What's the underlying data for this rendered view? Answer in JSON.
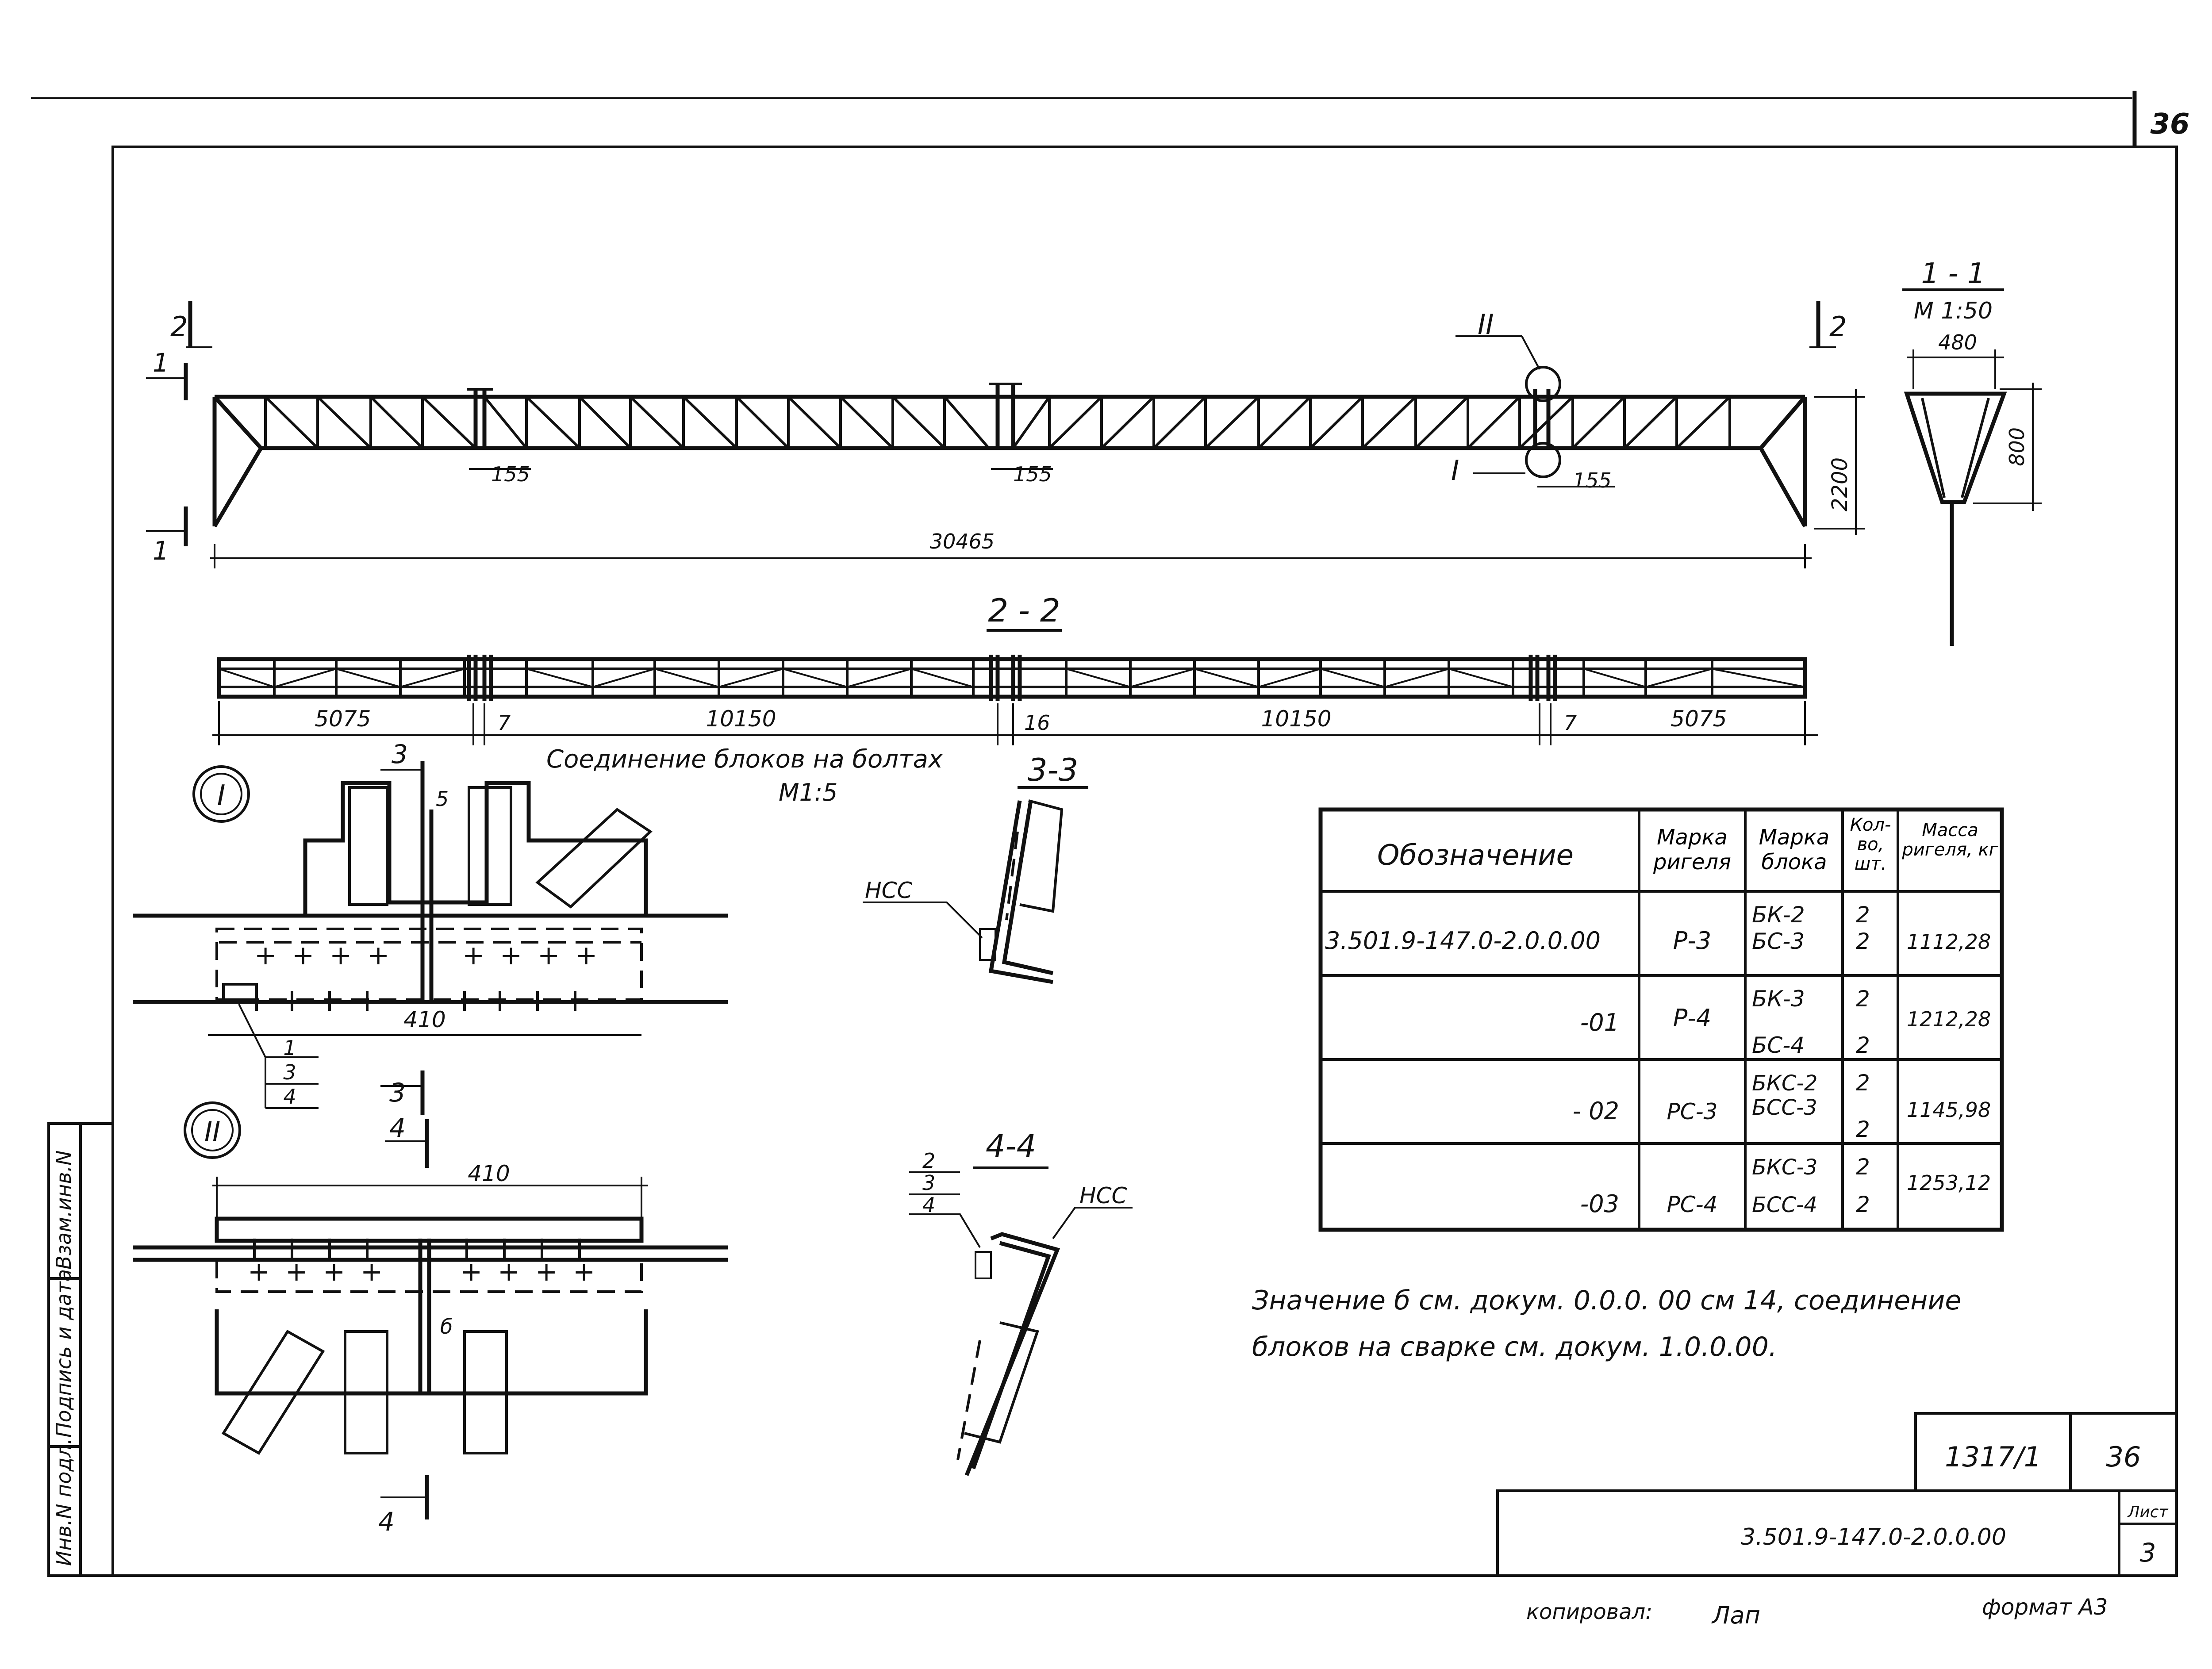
{
  "sheet": {
    "page_number": "36",
    "copied_by_label": "копировал:",
    "copied_by_signature": "Лап",
    "format_label": "формат А3"
  },
  "side_stamp": {
    "cells": [
      "Инв.N подл.",
      "Подпись и дата",
      "Взам.инв.N"
    ]
  },
  "truss_elevation": {
    "section_mark_left": "2",
    "section_mark_right": "2",
    "section_1_top": "1",
    "section_1_bottom": "1",
    "node_II": "II",
    "node_I": "I",
    "gap_1": "155",
    "gap_2": "155",
    "gap_3": "155",
    "height": "2200",
    "length": "30465"
  },
  "section_1_1": {
    "title": "1 - 1",
    "scale": "М 1:50",
    "width": "480",
    "height": "800"
  },
  "plan_2_2": {
    "title": "2 - 2",
    "dims": [
      "5075",
      "7",
      "10150",
      "16",
      "10150",
      "7",
      "5075"
    ]
  },
  "bolted_joint": {
    "title": "Соединение блоков на болтах",
    "scale": "М1:5",
    "node_I_label": "I",
    "node_II_label": "II",
    "section_3_top": "3",
    "section_3_bottom": "3",
    "section_4_top": "4",
    "section_4_bottom": "4",
    "gap": "5",
    "length_I": "410",
    "length_II": "410",
    "leader_I": [
      "1",
      "3",
      "4"
    ],
    "gap_II": "б"
  },
  "section_3_3": {
    "title": "3-3",
    "label": "НСС"
  },
  "section_4_4": {
    "title": "4-4",
    "label": "НСС",
    "leader": [
      "2",
      "3",
      "4"
    ]
  },
  "spec_table": {
    "headers": [
      "Обозначение",
      "Марка ригеля",
      "Марка блока",
      "Кол-во, шт.",
      "Масса ригеля, кг"
    ],
    "rows": [
      {
        "designation": "3.501.9-147.0-2.0.0.00",
        "girder": "Р-3",
        "blocks": [
          "БК-2",
          "БС-3"
        ],
        "qty": [
          "2",
          "2"
        ],
        "mass": "1112,28"
      },
      {
        "designation": "-01",
        "girder": "Р-4",
        "blocks": [
          "БК-3",
          "БС-4"
        ],
        "qty": [
          "2",
          "2"
        ],
        "mass": "1212,28"
      },
      {
        "designation": "- 02",
        "girder": "РС-3",
        "blocks": [
          "БКС-2",
          "БСС-3"
        ],
        "qty": [
          "2",
          "2"
        ],
        "mass": "1145,98"
      },
      {
        "designation": "-03",
        "girder": "РС-4",
        "blocks": [
          "БКС-3",
          "БСС-4"
        ],
        "qty": [
          "2",
          "2"
        ],
        "mass": "1253,12"
      }
    ]
  },
  "note": {
    "line1": "Значение б см. докум. 0.0.0. 00 см 14, соединение",
    "line2": "блоков на сварке см. докум. 1.0.0.00."
  },
  "title_block": {
    "archive_no": "1317/1",
    "archive_sheet": "36",
    "document_code": "3.501.9-147.0-2.0.0.00",
    "sheet_label": "Лист",
    "sheet_no": "3"
  }
}
